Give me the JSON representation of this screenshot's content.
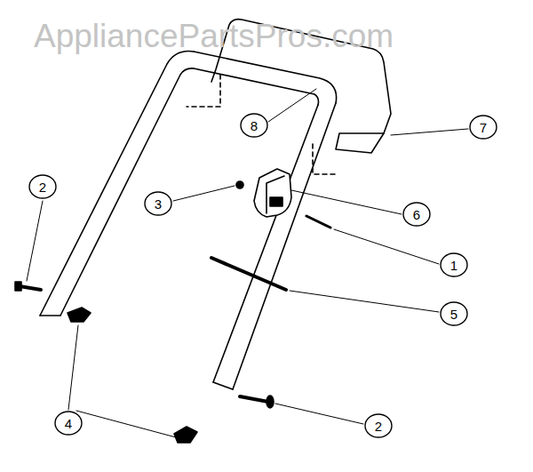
{
  "diagram": {
    "nodes": [
      {
        "text": [
          "8"
        ]
      },
      {
        "text": [
          "7"
        ]
      },
      {
        "text": [
          "2"
        ]
      },
      {
        "text": [
          "3"
        ]
      },
      {
        "text": [
          "6"
        ]
      },
      {
        "text": [
          "1"
        ]
      },
      {
        "text": [
          "5"
        ]
      },
      {
        "text": [
          "4"
        ]
      },
      {
        "text": [
          "2"
        ]
      }
    ],
    "labels": [
      "AppliancePartsPros.com"
    ]
  }
}
